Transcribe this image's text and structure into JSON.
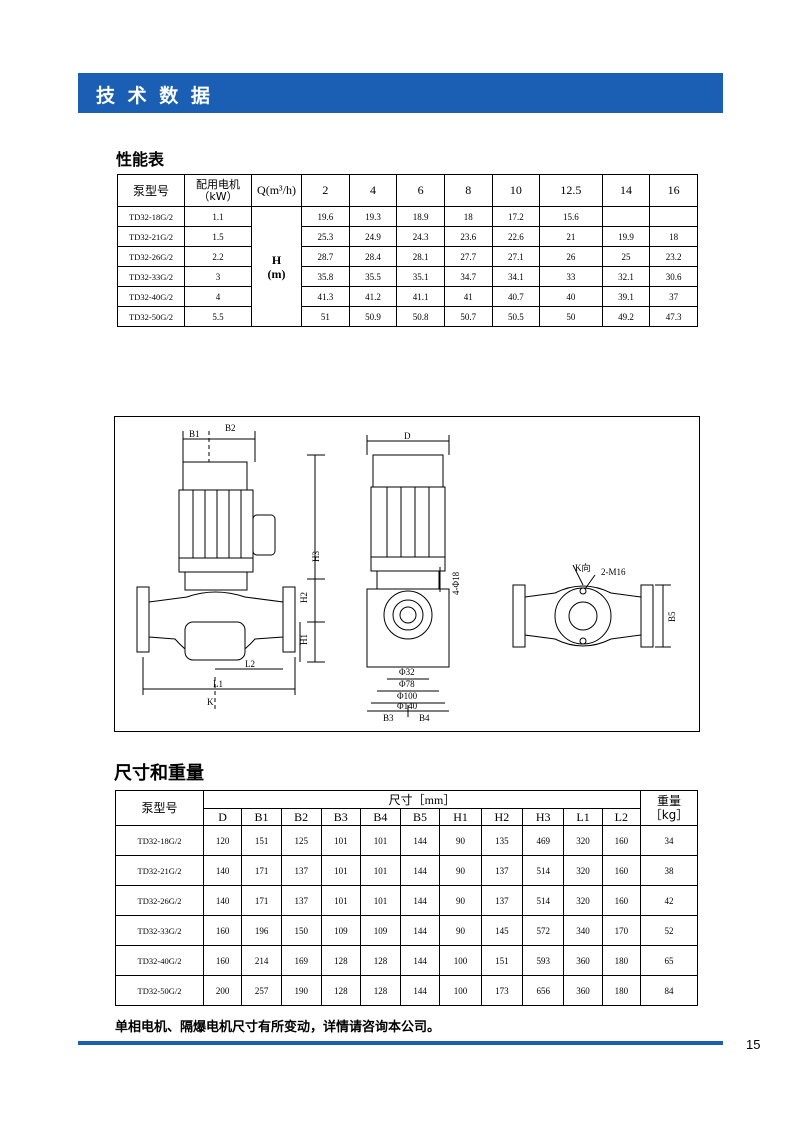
{
  "header": {
    "title": "技 术 数 据"
  },
  "performance": {
    "title": "性能表",
    "col_model": "泵型号",
    "col_power": [
      "配用电机",
      "（kW）"
    ],
    "col_q": "Q(m³/h)",
    "h_unit": [
      "H",
      "(m)"
    ],
    "flows": [
      "2",
      "4",
      "6",
      "8",
      "10",
      "12.5",
      "14",
      "16"
    ],
    "rows": [
      {
        "model": "TD32-18G/2",
        "power": "1.1",
        "head": [
          "19.6",
          "19.3",
          "18.9",
          "18",
          "17.2",
          "15.6",
          "",
          ""
        ]
      },
      {
        "model": "TD32-21G/2",
        "power": "1.5",
        "head": [
          "25.3",
          "24.9",
          "24.3",
          "23.6",
          "22.6",
          "21",
          "19.9",
          "18"
        ]
      },
      {
        "model": "TD32-26G/2",
        "power": "2.2",
        "head": [
          "28.7",
          "28.4",
          "28.1",
          "27.7",
          "27.1",
          "26",
          "25",
          "23.2"
        ]
      },
      {
        "model": "TD32-33G/2",
        "power": "3",
        "head": [
          "35.8",
          "35.5",
          "35.1",
          "34.7",
          "34.1",
          "33",
          "32.1",
          "30.6"
        ]
      },
      {
        "model": "TD32-40G/2",
        "power": "4",
        "head": [
          "41.3",
          "41.2",
          "41.1",
          "41",
          "40.7",
          "40",
          "39.1",
          "37"
        ]
      },
      {
        "model": "TD32-50G/2",
        "power": "5.5",
        "head": [
          "51",
          "50.9",
          "50.8",
          "50.7",
          "50.5",
          "50",
          "49.2",
          "47.3"
        ]
      }
    ]
  },
  "drawing": {
    "labels": {
      "b1": "B1",
      "b2": "B2",
      "h3": "H3",
      "h2": "H2",
      "h1": "H1",
      "l2": "L2",
      "l1": "L1",
      "k": "K",
      "d": "D",
      "bolt": "4-Φ18",
      "d32": "Φ32",
      "d78": "Φ78",
      "d100": "Φ100",
      "d140": "Φ140",
      "b3": "B3",
      "b4": "B4",
      "k_view": "K向",
      "m16": "2-M16",
      "b5": "B5"
    }
  },
  "dimensions": {
    "title": "尺寸和重量",
    "col_model": "泵型号",
    "col_size": "尺寸［mm］",
    "col_weight": [
      "重量",
      "［kg］"
    ],
    "cols": [
      "D",
      "B1",
      "B2",
      "B3",
      "B4",
      "B5",
      "H1",
      "H2",
      "H3",
      "L1",
      "L2"
    ],
    "rows": [
      {
        "model": "TD32-18G/2",
        "values": [
          "120",
          "151",
          "125",
          "101",
          "101",
          "144",
          "90",
          "135",
          "469",
          "320",
          "160"
        ],
        "weight": "34"
      },
      {
        "model": "TD32-21G/2",
        "values": [
          "140",
          "171",
          "137",
          "101",
          "101",
          "144",
          "90",
          "137",
          "514",
          "320",
          "160"
        ],
        "weight": "38"
      },
      {
        "model": "TD32-26G/2",
        "values": [
          "140",
          "171",
          "137",
          "101",
          "101",
          "144",
          "90",
          "137",
          "514",
          "320",
          "160"
        ],
        "weight": "42"
      },
      {
        "model": "TD32-33G/2",
        "values": [
          "160",
          "196",
          "150",
          "109",
          "109",
          "144",
          "90",
          "145",
          "572",
          "340",
          "170"
        ],
        "weight": "52"
      },
      {
        "model": "TD32-40G/2",
        "values": [
          "160",
          "214",
          "169",
          "128",
          "128",
          "144",
          "100",
          "151",
          "593",
          "360",
          "180"
        ],
        "weight": "65"
      },
      {
        "model": "TD32-50G/2",
        "values": [
          "200",
          "257",
          "190",
          "128",
          "128",
          "144",
          "100",
          "173",
          "656",
          "360",
          "180"
        ],
        "weight": "84"
      }
    ]
  },
  "footnote": "单相电机、隔爆电机尺寸有所变动，详情请咨询本公司。",
  "page_number": "15"
}
